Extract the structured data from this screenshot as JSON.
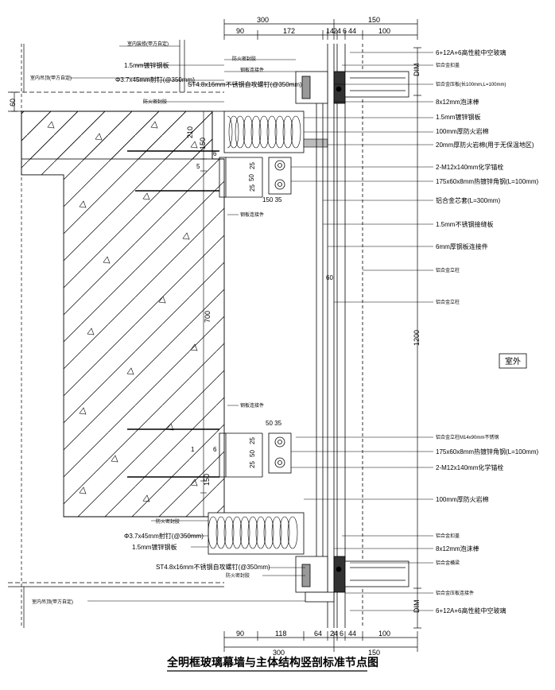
{
  "title": "全明框玻璃幕墙与主体结构竖剖标准节点图",
  "outdoor_label": "室外",
  "top_dims": {
    "totals": [
      "300",
      "150"
    ],
    "segments": [
      "90",
      "172",
      "14",
      "24",
      "6",
      "44",
      "100"
    ]
  },
  "bottom_dims": {
    "totals": [
      "300",
      "150"
    ],
    "segments": [
      "90",
      "118",
      "64",
      "24",
      "6",
      "44",
      "100"
    ]
  },
  "vertical_dims": {
    "left_60": "60",
    "d210": "210",
    "d150_top": "150",
    "d700": "700",
    "d150_bottom": "150",
    "d1200": "1200",
    "dim_top": "DIM",
    "dim_bottom": "DIM"
  },
  "small_dims": {
    "d6_top": "6",
    "d5_top": "5",
    "d25a": "25",
    "d50a": "50",
    "d25b": "25",
    "d150_35": "150 35",
    "d60": "60",
    "d50_35": "50   35",
    "d1": "1",
    "d6_bottom": "6",
    "d25c": "25",
    "d50b": "50",
    "d25d": "25"
  },
  "left_labels": {
    "top_ceiling": "室内吊顶(甲方自定)",
    "top_finish": "室内装修(甲方自定)",
    "top_1_5mm": "1.5mm镀锌钢板",
    "top_rivet": "Φ3.7x45mm射钉(@350mm)",
    "top_st48": "ST4.8x16mm不锈钢自攻螺钉(@350mm)",
    "top_fire": "防火密封胶",
    "top_seal": "防火密封胶",
    "top_steel": "钢板连接件",
    "mid_steel": "钢板连接件",
    "mid_steel2": "钢板连接件",
    "bot_fire_seal": "防火密封胶",
    "bot_rivet": "Φ3.7x45mm射钉(@350mm)",
    "bot_1_5mm": "1.5mm镀锌钢板",
    "bot_st48": "ST4.8x16mm不锈钢自攻螺钉(@350mm)",
    "bot_fire": "防火密封胶",
    "bot_ceiling": "室内吊顶(甲方自定)"
  },
  "right_labels": {
    "glass_top": "6+12A+6高性能中空玻璃",
    "alu_cap_top": "铝合金扣盖",
    "alu_clip_top": "铝合金压板(长100mm,L=100mm)",
    "sealant_top": "8x12mm泡沫棒",
    "plate_1_5": "1.5mm镀锌钢板",
    "wool_100": "100mm厚防火岩棉",
    "gap_20": "20mm厚防火岩棉(用于无保温地区)",
    "bolt_2m12": "2-M12x140mm化学锚栓",
    "angle_175": "175x60x8mm热镀锌角钢(L=100mm)",
    "alu_core": "铝合金芯套(L=300mm)",
    "plate_1_5b": "1.5mm不锈钢接缝板",
    "steel_6mm": "6mm厚钢板连接件",
    "alu_mullion": "铝合金立柱",
    "alu_frame": "铝合金立柱",
    "bolt_14x90": "铝合金立柱M14x90mm不锈钢",
    "angle_175b": "175x60x8mm热镀锌角钢(L=100mm)",
    "bolt_2m12b": "2-M12x140mm化学锚栓",
    "wool_100b": "100mm厚防火岩棉",
    "alu_cap_bottom": "铝合金扣盖",
    "sealant_bottom": "8x12mm泡沫棒",
    "alu_trans_bottom": "铝合金横梁",
    "alu_clip_bottom": "铝合金压板连接件",
    "glass_bottom": "6+12A+6高性能中空玻璃"
  }
}
